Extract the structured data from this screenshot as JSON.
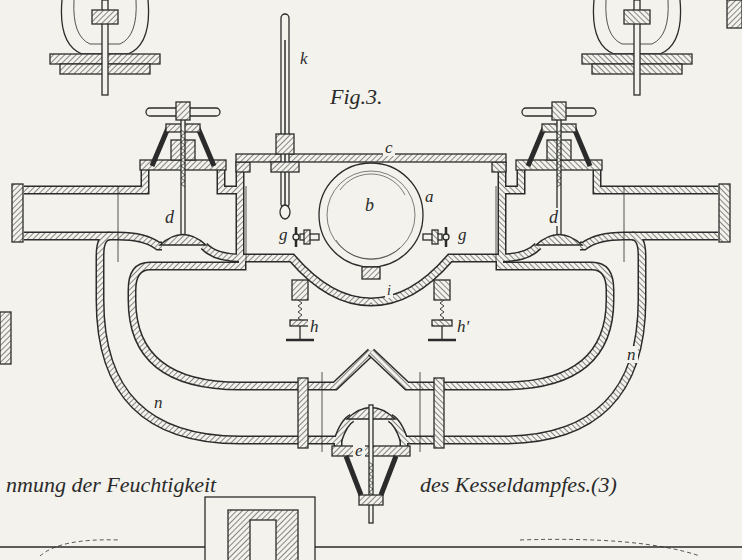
{
  "diagram": {
    "title": "Fig.3.",
    "labels": [
      "k",
      "c",
      "b",
      "a",
      "g",
      "g",
      "d",
      "d",
      "h",
      "h'",
      "i",
      "n",
      "n",
      "e",
      "nmung der Feuchtigkeit",
      "des Kesseldampfes.(3)"
    ]
  }
}
